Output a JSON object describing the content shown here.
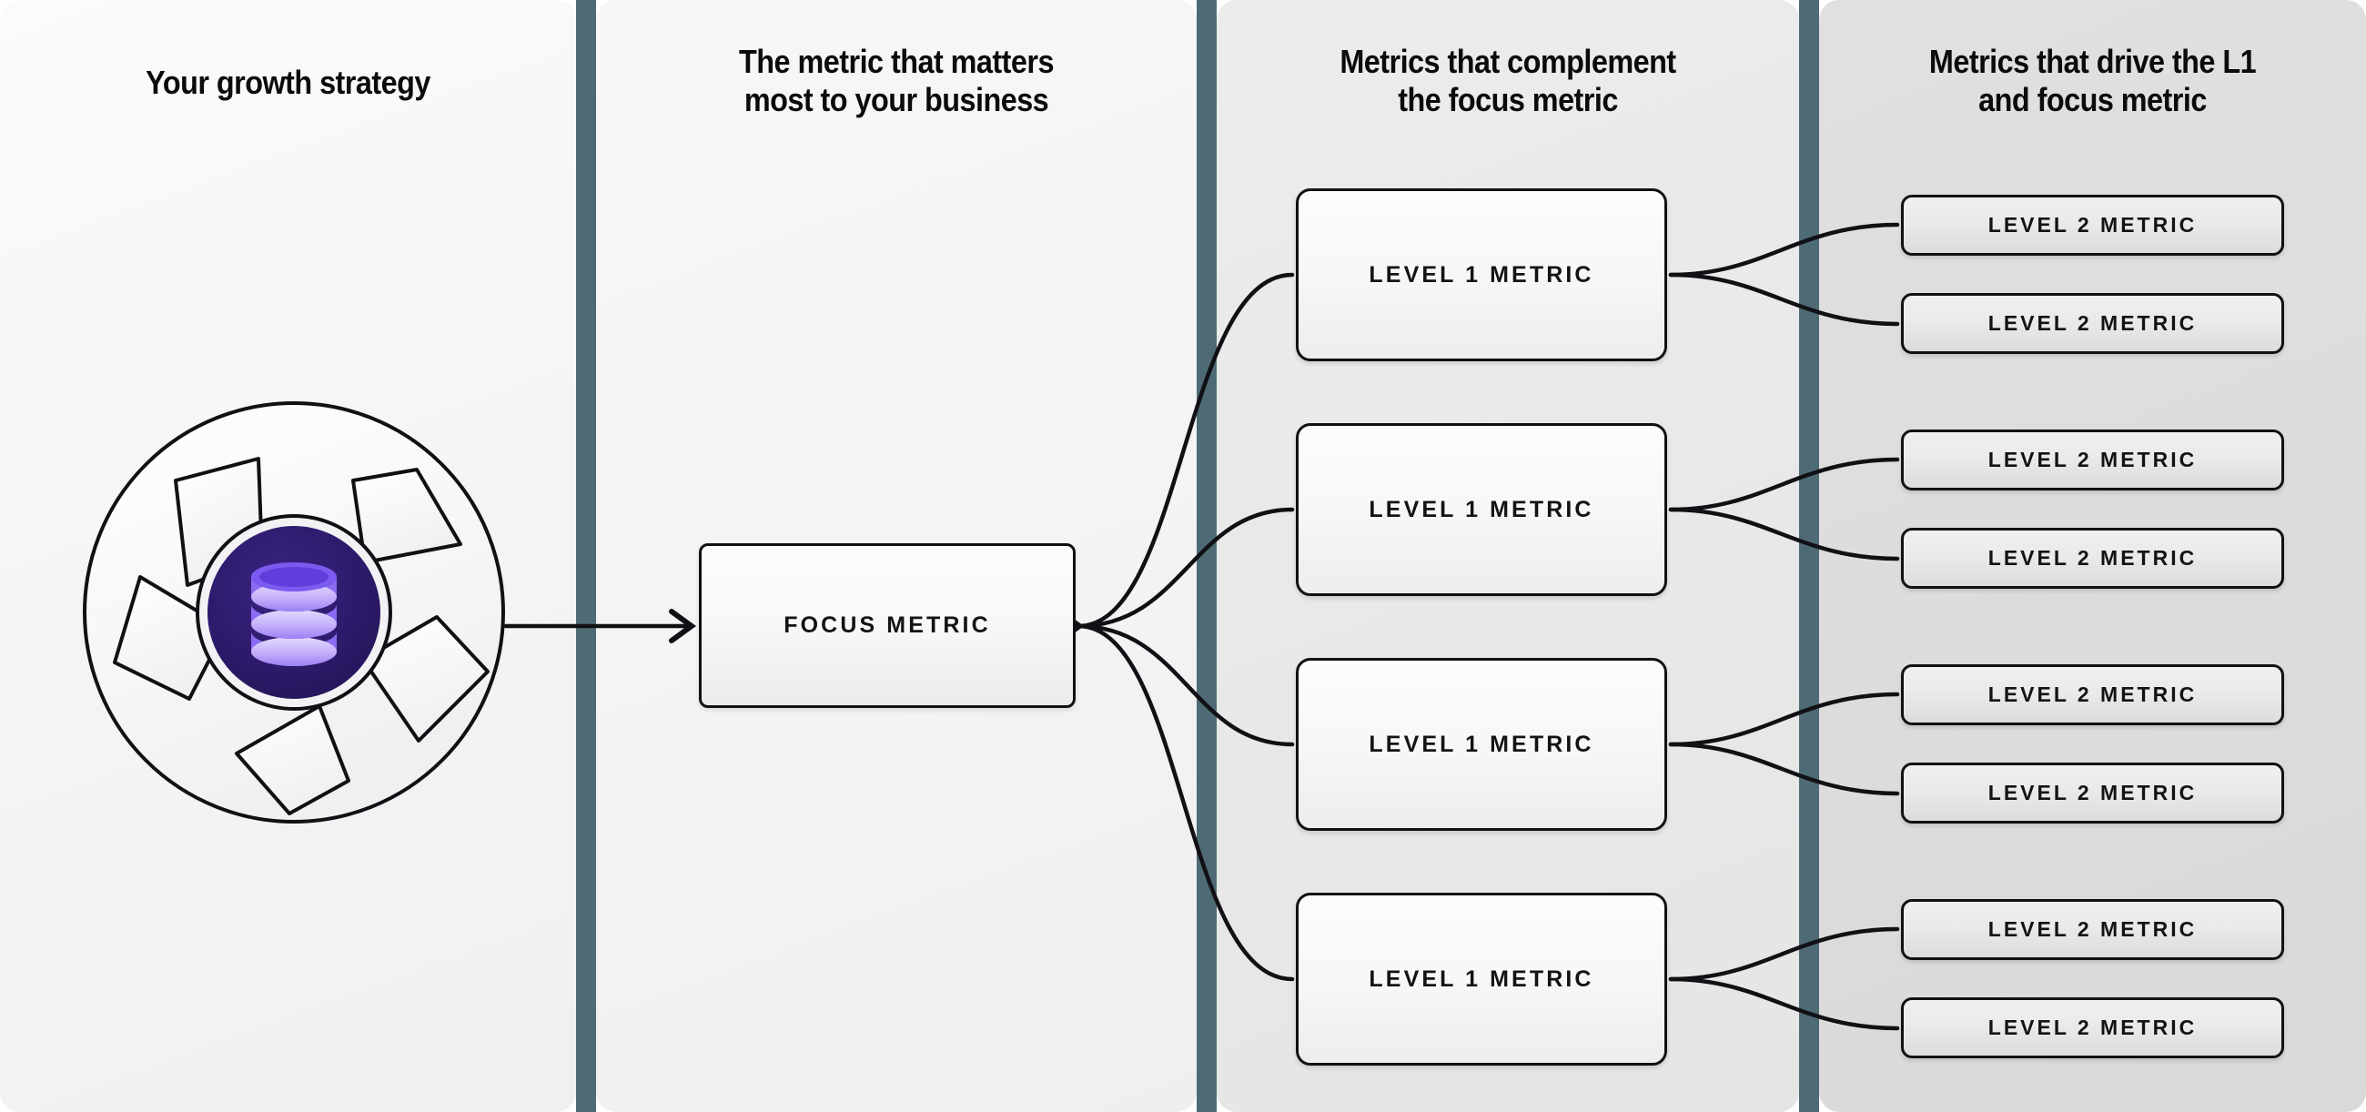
{
  "columns": [
    {
      "id": "growth-strategy",
      "heading": "Your growth strategy"
    },
    {
      "id": "focus-metric",
      "heading": "The metric that matters\nmost to your business"
    },
    {
      "id": "level-1-metrics",
      "heading": "Metrics that complement\nthe focus metric"
    },
    {
      "id": "level-2-metrics",
      "heading": "Metrics that drive the L1\nand focus metric"
    }
  ],
  "icon": {
    "name": "aperture-database-icon",
    "core_label": "database-icon",
    "colors": {
      "blade_fill": "#fbfbfb",
      "outline": "#111115",
      "core_dark": "#2d1a6b",
      "core_ring": "#f2f2f4",
      "disc_light": "#cfc0fa",
      "disc_mid": "#9d82f6",
      "disc_edge": "#6c46ec"
    }
  },
  "focus": {
    "label": "FOCUS METRIC"
  },
  "level1": [
    {
      "label": "LEVEL 1 METRIC"
    },
    {
      "label": "LEVEL 1 METRIC"
    },
    {
      "label": "LEVEL 1 METRIC"
    },
    {
      "label": "LEVEL 1 METRIC"
    }
  ],
  "level2": [
    {
      "label": "LEVEL 2 METRIC"
    },
    {
      "label": "LEVEL 2 METRIC"
    },
    {
      "label": "LEVEL 2 METRIC"
    },
    {
      "label": "LEVEL 2 METRIC"
    },
    {
      "label": "LEVEL 2 METRIC"
    },
    {
      "label": "LEVEL 2 METRIC"
    },
    {
      "label": "LEVEL 2 METRIC"
    },
    {
      "label": "LEVEL 2 METRIC"
    }
  ],
  "palette": {
    "separator": "#4e6b75",
    "panel_1_bg": "#f4f4f5",
    "panel_2_bg": "#f3f3f4",
    "panel_3_bg": "#e8e8e8",
    "panel_4_bg": "#dcdcdc",
    "line": "#111115",
    "text": "#0b0b0d"
  }
}
